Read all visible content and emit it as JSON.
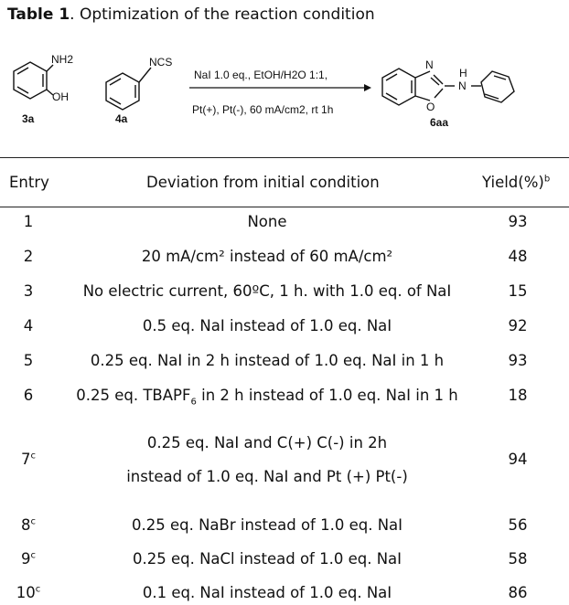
{
  "caption": {
    "label": "Table 1",
    "text": ". Optimization of the reaction condition"
  },
  "scheme": {
    "sm1_nh2": "NH2",
    "sm1_oh": "OH",
    "sm1_label": "3a",
    "sm2_ncs": "NCS",
    "sm2_label": "4a",
    "cond_top": "NaI 1.0 eq., EtOH/H2O 1:1,",
    "cond_bottom": "Pt(+), Pt(-), 60 mA/cm2, rt 1h",
    "prod_n": "N",
    "prod_o": "O",
    "prod_nh": "H",
    "prod_n2": "N",
    "prod_label": "6aa"
  },
  "table": {
    "headers": {
      "entry": "Entry",
      "deviation": "Deviation from initial condition",
      "yield": "Yield(%)",
      "yield_sup": "b"
    },
    "rows": [
      {
        "entry": "1",
        "deviation": "None",
        "yield": "93"
      },
      {
        "entry": "2",
        "deviation": "20 mA/cm² instead of 60 mA/cm²",
        "yield": "48"
      },
      {
        "entry": "3",
        "deviation": "No electric current, 60ºC, 1 h. with 1.0 eq. of NaI",
        "yield": "15"
      },
      {
        "entry": "4",
        "deviation": "0.5 eq. NaI instead of 1.0 eq. NaI",
        "yield": "92"
      },
      {
        "entry": "5",
        "deviation": "0.25 eq. NaI in 2 h instead of 1.0 eq. NaI in 1 h",
        "yield": "93"
      },
      {
        "entry": "6",
        "deviation_pre": "0.25 eq. TBAPF",
        "deviation_sub": "6",
        "deviation_post": " in 2 h instead of 1.0 eq. NaI in 1 h",
        "yield": "18"
      },
      {
        "entry": "7",
        "entry_sup": "c",
        "deviation_line1": "0.25 eq. NaI and C(+) C(-) in 2h",
        "deviation_line2": "instead of 1.0 eq. NaI and Pt (+) Pt(-)",
        "yield": "94"
      },
      {
        "entry": "8",
        "entry_sup": "c",
        "deviation": "0.25 eq. NaBr instead of 1.0 eq. NaI",
        "yield": "56"
      },
      {
        "entry": "9",
        "entry_sup": "c",
        "deviation": "0.25 eq. NaCl instead of 1.0 eq. NaI",
        "yield": "58"
      },
      {
        "entry": "10",
        "entry_sup": "c",
        "deviation": "0.1 eq. NaI instead of 1.0 eq. NaI",
        "yield": "86"
      }
    ]
  }
}
